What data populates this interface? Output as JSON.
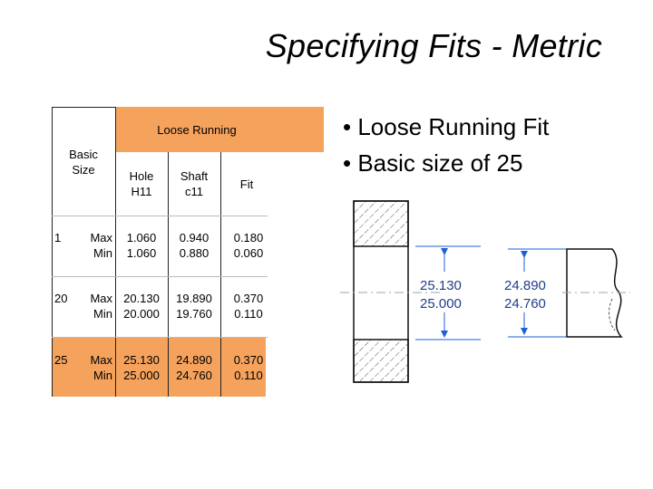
{
  "title": "Specifying Fits - Metric",
  "table": {
    "group_header": "Loose Running",
    "basic_size_header": [
      "Basic",
      "Size"
    ],
    "columns": [
      {
        "line1": "Hole",
        "line2": "H11"
      },
      {
        "line1": "Shaft",
        "line2": "c11"
      },
      {
        "line1": "Fit",
        "line2": ""
      }
    ],
    "rows": [
      {
        "size": "1",
        "max": "Max",
        "min": "Min",
        "hole": [
          "1.060",
          "1.060"
        ],
        "shaft": [
          "0.940",
          "0.880"
        ],
        "fit": [
          "0.180",
          "0.060"
        ]
      },
      {
        "size": "20",
        "max": "Max",
        "min": "Min",
        "hole": [
          "20.130",
          "20.000"
        ],
        "shaft": [
          "19.890",
          "19.760"
        ],
        "fit": [
          "0.370",
          "0.110"
        ]
      },
      {
        "size": "25",
        "max": "Max",
        "min": "Min",
        "hole": [
          "25.130",
          "25.000"
        ],
        "shaft": [
          "24.890",
          "24.760"
        ],
        "fit": [
          "0.370",
          "0.110"
        ]
      }
    ],
    "highlight_color": "#f5a25d"
  },
  "bullets": [
    "Loose Running Fit",
    "Basic size of 25"
  ],
  "drawing": {
    "hole_dims": [
      "25.130",
      "25.000"
    ],
    "shaft_dims": [
      "24.890",
      "24.760"
    ]
  }
}
